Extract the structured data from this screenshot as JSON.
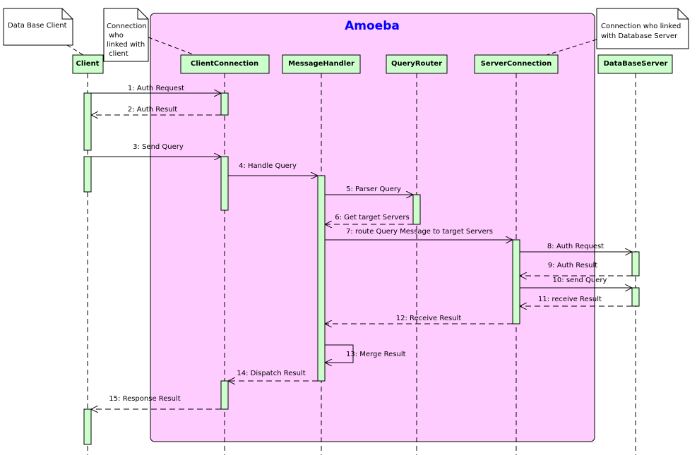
{
  "colors": {
    "region_fill": "#ffccff",
    "region_title": "#0000ff",
    "participant_fill": "#ccffcc",
    "activation_fill": "#ccffcc",
    "line": "#000000"
  },
  "region": {
    "title": "Amoeba"
  },
  "participants": [
    {
      "id": "client",
      "label": "Client"
    },
    {
      "id": "client-connection",
      "label": "ClientConnection"
    },
    {
      "id": "message-handler",
      "label": "MessageHandler"
    },
    {
      "id": "query-router",
      "label": "QueryRouter"
    },
    {
      "id": "server-connection",
      "label": "ServerConnection"
    },
    {
      "id": "database-server",
      "label": "DataBaseServer"
    }
  ],
  "notes": [
    {
      "id": "database-client",
      "lines": [
        "Data Base Client"
      ]
    },
    {
      "id": "client-connection",
      "lines": [
        "Connection",
        " who",
        "linked with",
        " client"
      ]
    },
    {
      "id": "server-connection",
      "lines": [
        "Connection who linked",
        "with Database Server"
      ]
    }
  ],
  "messages": [
    {
      "n": 1,
      "label": "1: Auth Request",
      "from": "client",
      "to": "client-connection",
      "kind": "call"
    },
    {
      "n": 2,
      "label": "2: Auth Result",
      "from": "client-connection",
      "to": "client",
      "kind": "return"
    },
    {
      "n": 3,
      "label": "3: Send Query",
      "from": "client",
      "to": "client-connection",
      "kind": "call"
    },
    {
      "n": 4,
      "label": "4: Handle Query",
      "from": "client-connection",
      "to": "message-handler",
      "kind": "call"
    },
    {
      "n": 5,
      "label": "5: Parser Query",
      "from": "message-handler",
      "to": "query-router",
      "kind": "call"
    },
    {
      "n": 6,
      "label": "6: Get target Servers",
      "from": "query-router",
      "to": "message-handler",
      "kind": "return"
    },
    {
      "n": 7,
      "label": "7: route Query Message to target Servers",
      "from": "message-handler",
      "to": "server-connection",
      "kind": "call"
    },
    {
      "n": 8,
      "label": "8: Auth Request",
      "from": "server-connection",
      "to": "database-server",
      "kind": "call"
    },
    {
      "n": 9,
      "label": "9: Auth Result",
      "from": "database-server",
      "to": "server-connection",
      "kind": "return"
    },
    {
      "n": 10,
      "label": "10: send Query",
      "from": "server-connection",
      "to": "database-server",
      "kind": "call"
    },
    {
      "n": 11,
      "label": "11: receive Result",
      "from": "database-server",
      "to": "server-connection",
      "kind": "return"
    },
    {
      "n": 12,
      "label": "12: Receive Result",
      "from": "server-connection",
      "to": "message-handler",
      "kind": "return"
    },
    {
      "n": 13,
      "label": "13: Merge Result",
      "from": "message-handler",
      "to": "message-handler",
      "kind": "self"
    },
    {
      "n": 14,
      "label": "14: Dispatch Result",
      "from": "message-handler",
      "to": "client-connection",
      "kind": "return"
    },
    {
      "n": 15,
      "label": "15: Response Result",
      "from": "client-connection",
      "to": "client",
      "kind": "return"
    }
  ]
}
